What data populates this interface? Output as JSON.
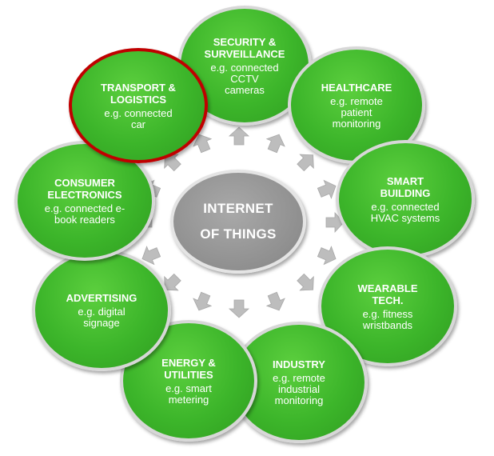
{
  "center": {
    "title": "INTERNET\nOF THINGS"
  },
  "nodes": [
    {
      "title": "SECURITY &\nSURVEILLANCE",
      "desc": "e.g. connected\nCCTV\ncameras"
    },
    {
      "title": "HEALTHCARE",
      "desc": "e.g. remote\npatient\nmonitoring"
    },
    {
      "title": "SMART\nBUILDING",
      "desc": "e.g. connected\nHVAC systems"
    },
    {
      "title": "WEARABLE\nTECH.",
      "desc": "e.g. fitness\nwristbands"
    },
    {
      "title": "INDUSTRY",
      "desc": "e.g. remote\nindustrial\nmonitoring"
    },
    {
      "title": "ENERGY &\nUTILITIES",
      "desc": "e.g. smart\nmetering"
    },
    {
      "title": "ADVERTISING",
      "desc": "e.g. digital\nsignage"
    },
    {
      "title": "CONSUMER\nELECTRONICS",
      "desc": "e.g. connected e-\nbook readers"
    },
    {
      "title": "TRANSPORT &\nLOGISTICS",
      "desc": "e.g. connected\ncar",
      "highlighted": true
    }
  ],
  "colors": {
    "node_fill": "#3cb52a",
    "node_border": "#d7d7d7",
    "highlight_border": "#c00000",
    "center_fill": "#8f8f8f",
    "arrow_fill": "#bdbdbd"
  }
}
